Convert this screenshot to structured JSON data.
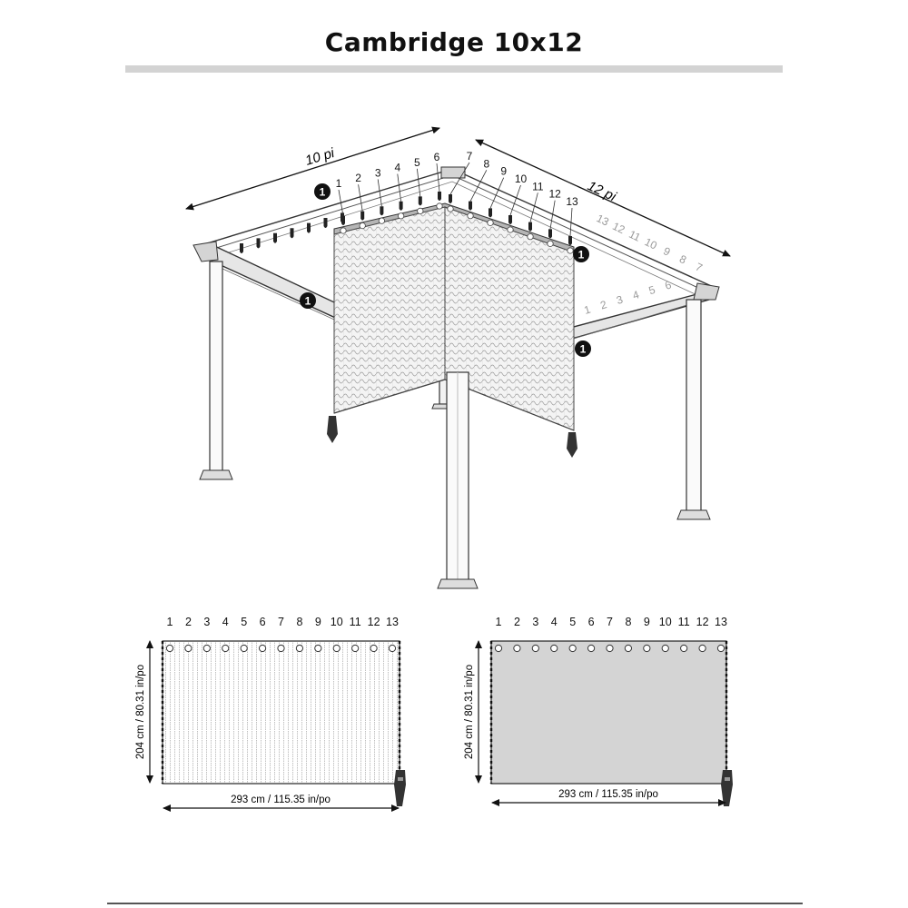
{
  "title": "Cambridge 10x12",
  "gazebo": {
    "dim_width": "10 pi",
    "dim_depth": "12 pi",
    "callout": "1",
    "front_hooks": [
      "1",
      "2",
      "3",
      "4",
      "5",
      "6",
      "7",
      "8",
      "9",
      "10",
      "11",
      "12",
      "13"
    ],
    "back_hooks": [
      "13",
      "12",
      "11",
      "10",
      "9",
      "8",
      "7",
      "6",
      "5",
      "4",
      "3",
      "2",
      "1"
    ]
  },
  "panels": [
    {
      "style": "mesh",
      "grommets": [
        "1",
        "2",
        "3",
        "4",
        "5",
        "6",
        "7",
        "8",
        "9",
        "10",
        "11",
        "12",
        "13"
      ],
      "width_label": "293 cm / 115.35 in/po",
      "height_label": "204 cm / 80.31 in/po"
    },
    {
      "style": "solid",
      "grommets": [
        "1",
        "2",
        "3",
        "4",
        "5",
        "6",
        "7",
        "8",
        "9",
        "10",
        "11",
        "12",
        "13"
      ],
      "width_label": "293 cm / 115.35 in/po",
      "height_label": "204 cm / 80.31 in/po"
    }
  ]
}
